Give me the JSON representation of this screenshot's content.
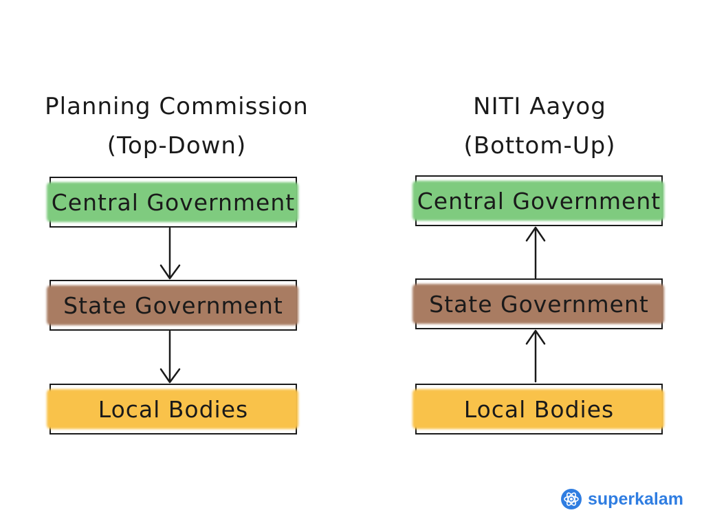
{
  "left": {
    "title": "Planning Commission",
    "subtitle": "(Top-Down)",
    "boxes": [
      "Central Government",
      "State Government",
      "Local Bodies"
    ]
  },
  "right": {
    "title": "NITI Aayog",
    "subtitle": "(Bottom-Up)",
    "boxes": [
      "Central Government",
      "State Government",
      "Local Bodies"
    ]
  },
  "colors": {
    "central": "#7fcb7f",
    "state": "#a97c62",
    "local": "#f9c24a",
    "brand": "#2f7de1"
  },
  "brand": {
    "name": "superkalam",
    "icon": "atom-icon"
  }
}
